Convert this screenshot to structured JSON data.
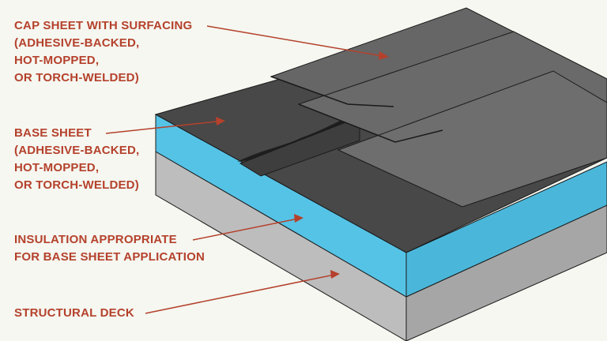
{
  "labels": {
    "cap_sheet": {
      "lines": [
        "CAP SHEET WITH SURFACING",
        "(ADHESIVE-BACKED,",
        "HOT-MOPPED,",
        "OR TORCH-WELDED)"
      ]
    },
    "base_sheet": {
      "lines": [
        "BASE SHEET",
        "(ADHESIVE-BACKED,",
        "HOT-MOPPED,",
        "OR TORCH-WELDED)"
      ]
    },
    "insulation": {
      "lines": [
        "INSULATION APPROPRIATE",
        "FOR BASE SHEET APPLICATION"
      ]
    },
    "structural_deck": {
      "lines": [
        "STRUCTURAL DECK"
      ]
    }
  },
  "colors": {
    "label_text": "#b5412c",
    "leader_line": "#b5412c",
    "background": "#f5f7f0",
    "cap_sheet": "#666666",
    "base_sheet": "#484848",
    "insulation_top": "#55c3e6",
    "insulation_side": "#4ab7da",
    "deck_front": "#bdbdbd",
    "deck_side": "#a6a6a6",
    "outline": "#1a1a1a"
  }
}
